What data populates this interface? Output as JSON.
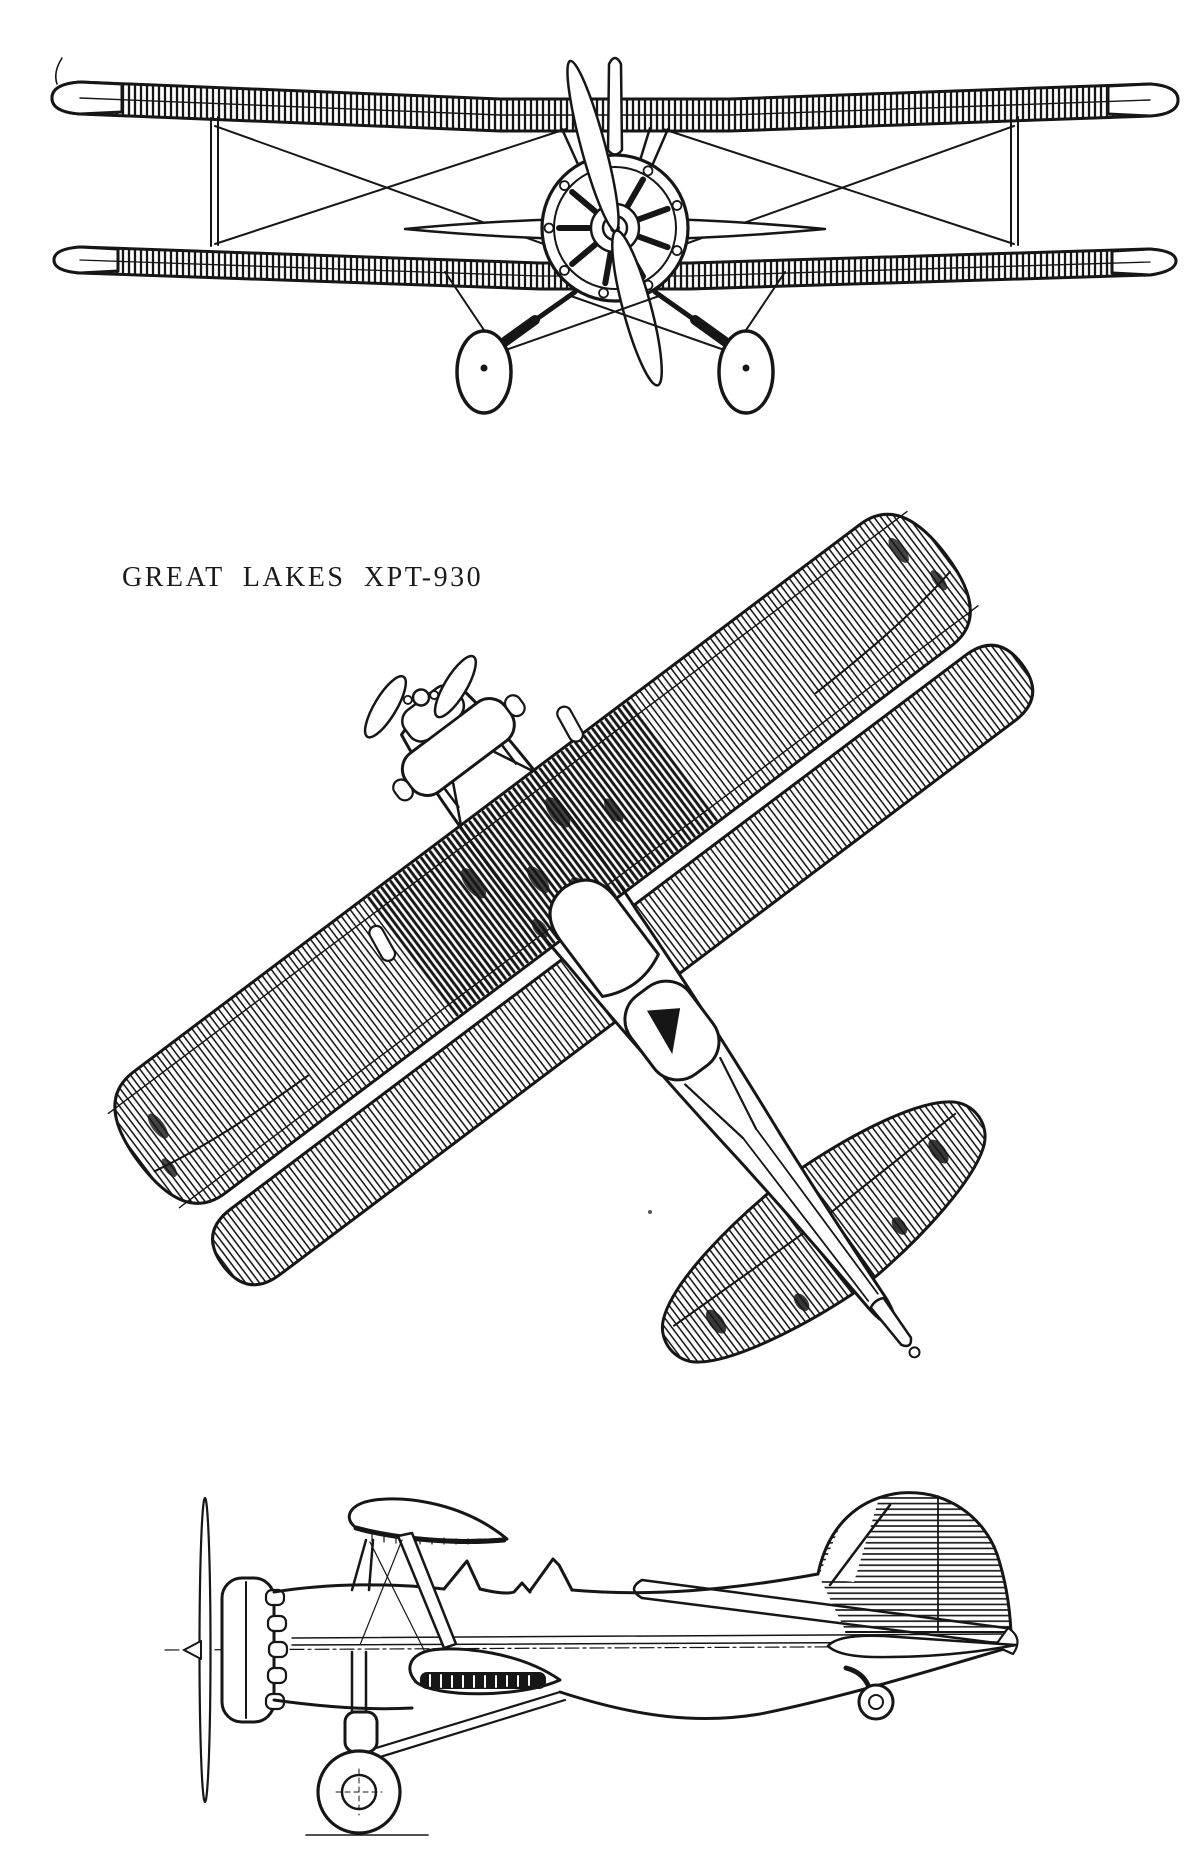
{
  "page": {
    "background": "#ffffff",
    "ink": "#161616"
  },
  "caption": {
    "text": "GREAT LAKES XPT-930"
  },
  "figure": {
    "views": [
      {
        "id": "front-view",
        "label": "front elevation of biplane"
      },
      {
        "id": "plan-view",
        "label": "rotated top plan view of biplane"
      },
      {
        "id": "side-view",
        "label": "left side profile of biplane"
      }
    ]
  }
}
